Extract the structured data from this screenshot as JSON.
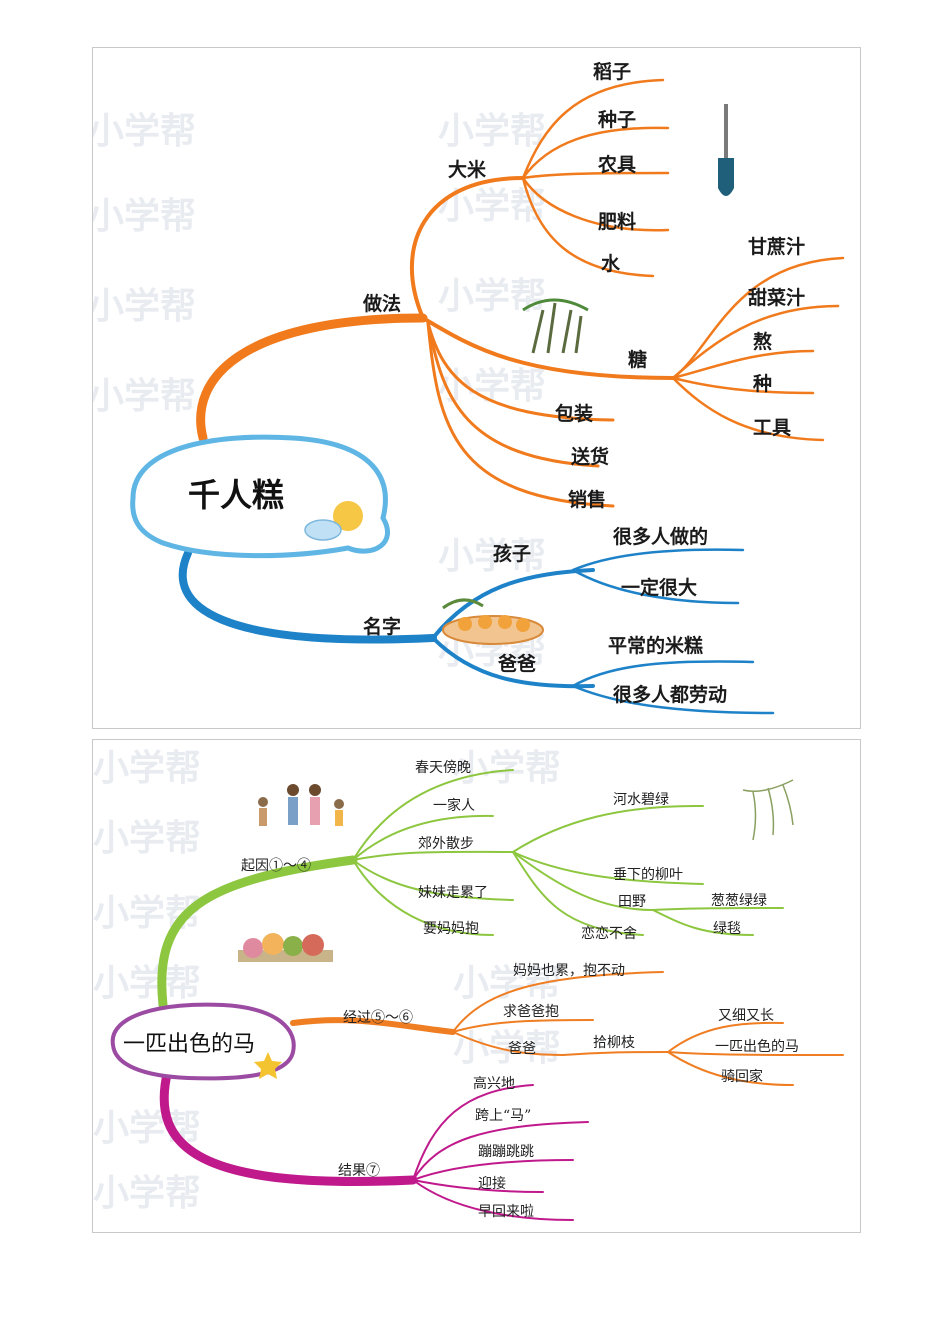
{
  "map1": {
    "center": "千人糕",
    "branches": [
      {
        "label": "做法",
        "color": "#f07a1c",
        "children": [
          {
            "label": "大米",
            "children": [
              "稻子",
              "种子",
              "农具",
              "肥料",
              "水"
            ]
          },
          {
            "label": "糖",
            "children": [
              "甘蔗汁",
              "甜菜汁",
              "熬",
              "种",
              "工具"
            ]
          },
          {
            "label": "包装"
          },
          {
            "label": "送货"
          },
          {
            "label": "销售"
          }
        ]
      },
      {
        "label": "名字",
        "color": "#1e82c8",
        "children": [
          {
            "label": "孩子",
            "children": [
              "很多人做的",
              "一定很大"
            ]
          },
          {
            "label": "爸爸",
            "children": [
              "平常的米糕",
              "很多人都劳动"
            ]
          }
        ]
      }
    ]
  },
  "map2": {
    "center": "一匹出色的马",
    "branches": [
      {
        "label": "起因①～④",
        "color": "#8dc63f",
        "children": [
          "春天傍晚",
          "一家人",
          "郊外散步",
          "妹妹走累了",
          "要妈妈抱"
        ],
        "sub": {
          "parent": "郊外散步",
          "items": [
            "河水碧绿",
            "垂下的柳叶",
            "田野",
            "恋恋不舍"
          ],
          "field_items": [
            "葱葱绿绿",
            "绿毯"
          ]
        }
      },
      {
        "label": "经过⑤～⑥",
        "color": "#ef7d22",
        "children": [
          "妈妈也累，抱不动",
          "求爸爸抱",
          "爸爸"
        ],
        "sub": {
          "label": "拾柳枝",
          "items": [
            "又细又长",
            "一匹出色的马",
            "骑回家"
          ]
        }
      },
      {
        "label": "结果⑦",
        "color": "#c0198c",
        "children": [
          "高兴地",
          "跨上“马”",
          "蹦蹦跳跳",
          "迎接",
          "早回来啦"
        ]
      }
    ]
  },
  "watermark": "小学帮"
}
